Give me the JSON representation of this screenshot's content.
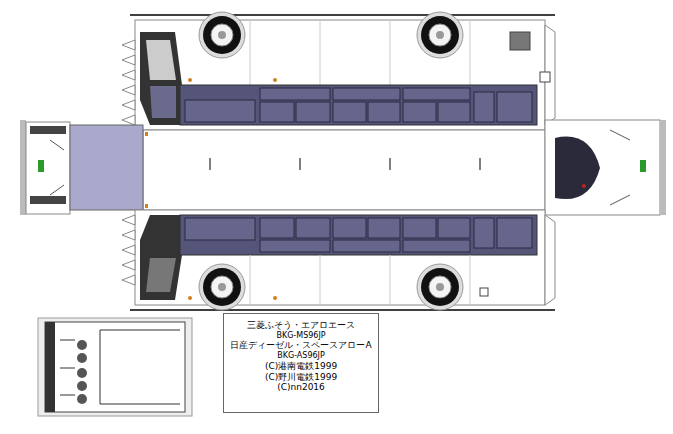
{
  "diagram": {
    "nodes": [
      {
        "text": [
          "三菱ふそう・エアロエース",
          "BKG-MS96JP",
          "日産ディーゼル・スペースアローA",
          "BKG-AS96JP",
          "(C)港南電鉄1999",
          "(C)野川電鉄1999",
          "(C)nn2016"
        ]
      }
    ]
  }
}
